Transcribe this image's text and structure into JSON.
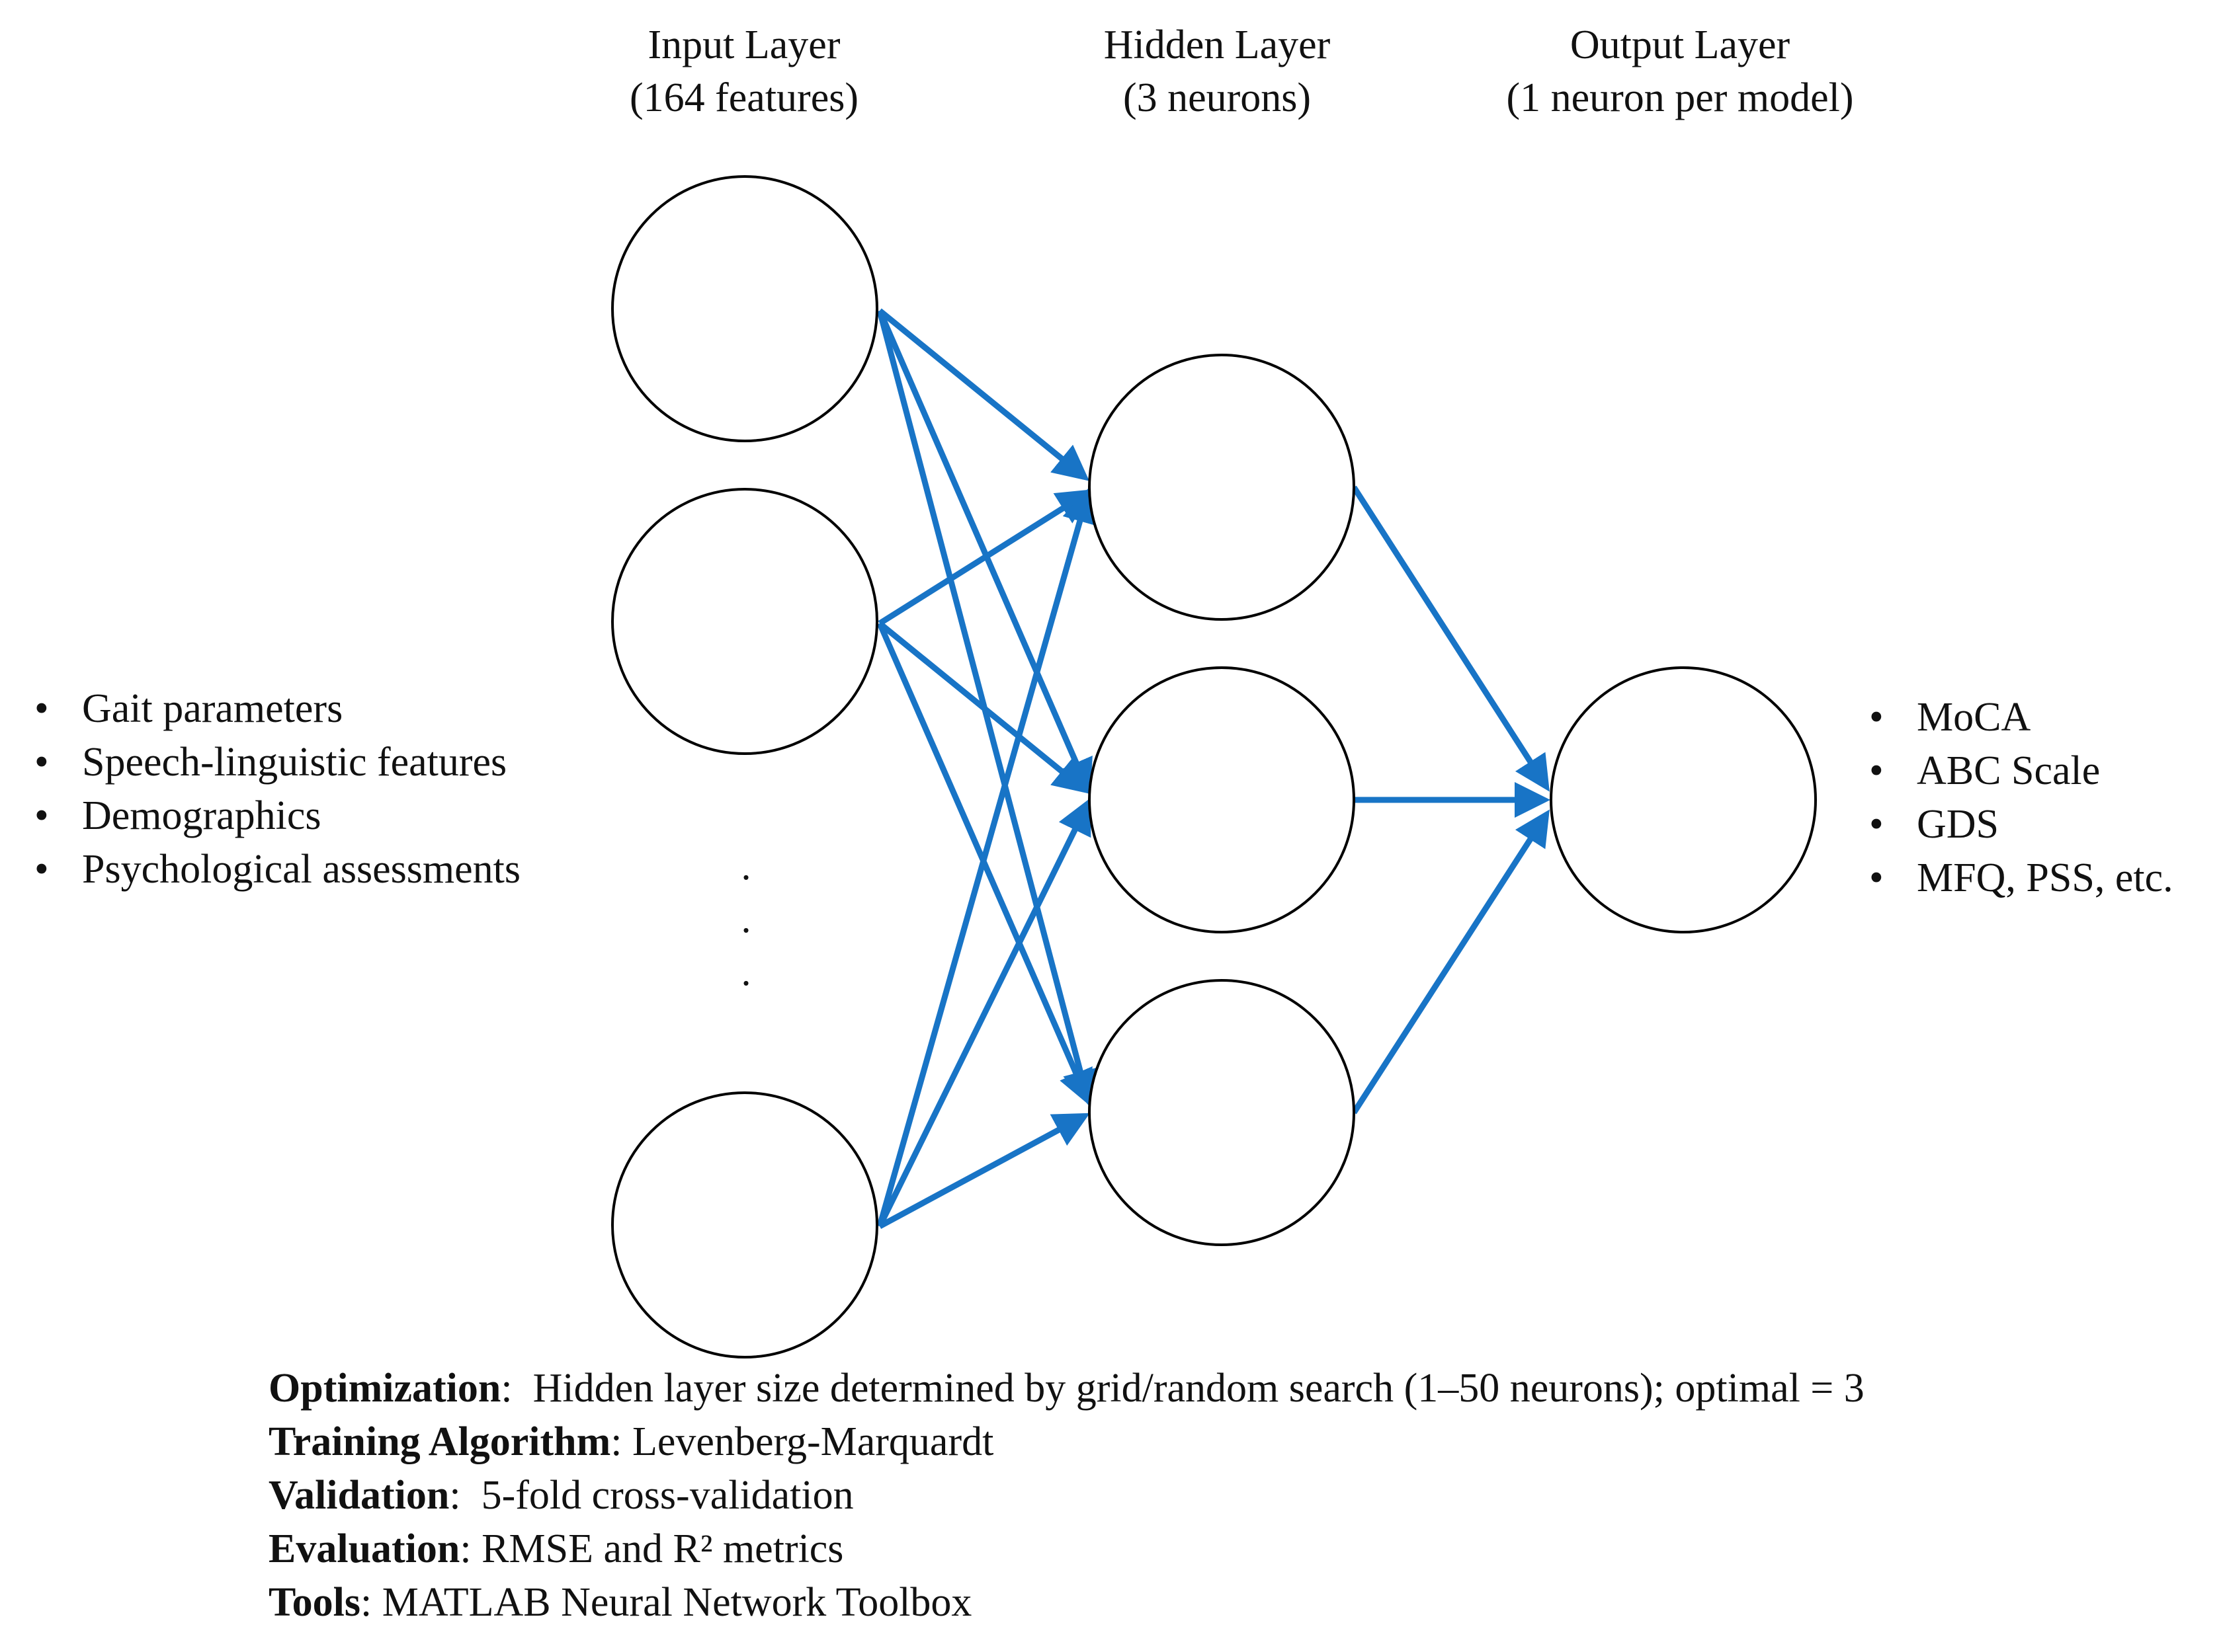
{
  "colors": {
    "edge": "#1874c6",
    "neuron_stroke": "#000000"
  },
  "layers": {
    "input": {
      "title": "Input Layer",
      "subtitle": "(164 features)"
    },
    "hidden": {
      "title": "Hidden Layer",
      "subtitle": "(3 neurons)"
    },
    "output": {
      "title": "Output Layer",
      "subtitle": "(1 neuron per model)"
    }
  },
  "ellipsis": ".",
  "inputs_list": [
    "Gait parameters",
    "Speech-linguistic features",
    "Demographics",
    "Psychological assessments"
  ],
  "outputs_list": [
    "MoCA",
    "ABC Scale",
    "GDS",
    "MFQ, PSS, etc."
  ],
  "bullet": "•",
  "footer": [
    {
      "label": "Optimization",
      "sep": ":  ",
      "text": "Hidden layer size determined by grid/random search (1–50 neurons); optimal = 3"
    },
    {
      "label": "Training Algorithm",
      "sep": ": ",
      "text": "Levenberg-Marquardt"
    },
    {
      "label": "Validation",
      "sep": ":  ",
      "text": "5-fold cross-validation"
    },
    {
      "label": "Evaluation",
      "sep": ": ",
      "text": "RMSE and R² metrics"
    },
    {
      "label": "Tools",
      "sep": ": ",
      "text": "MATLAB Neural Network Toolbox"
    }
  ]
}
